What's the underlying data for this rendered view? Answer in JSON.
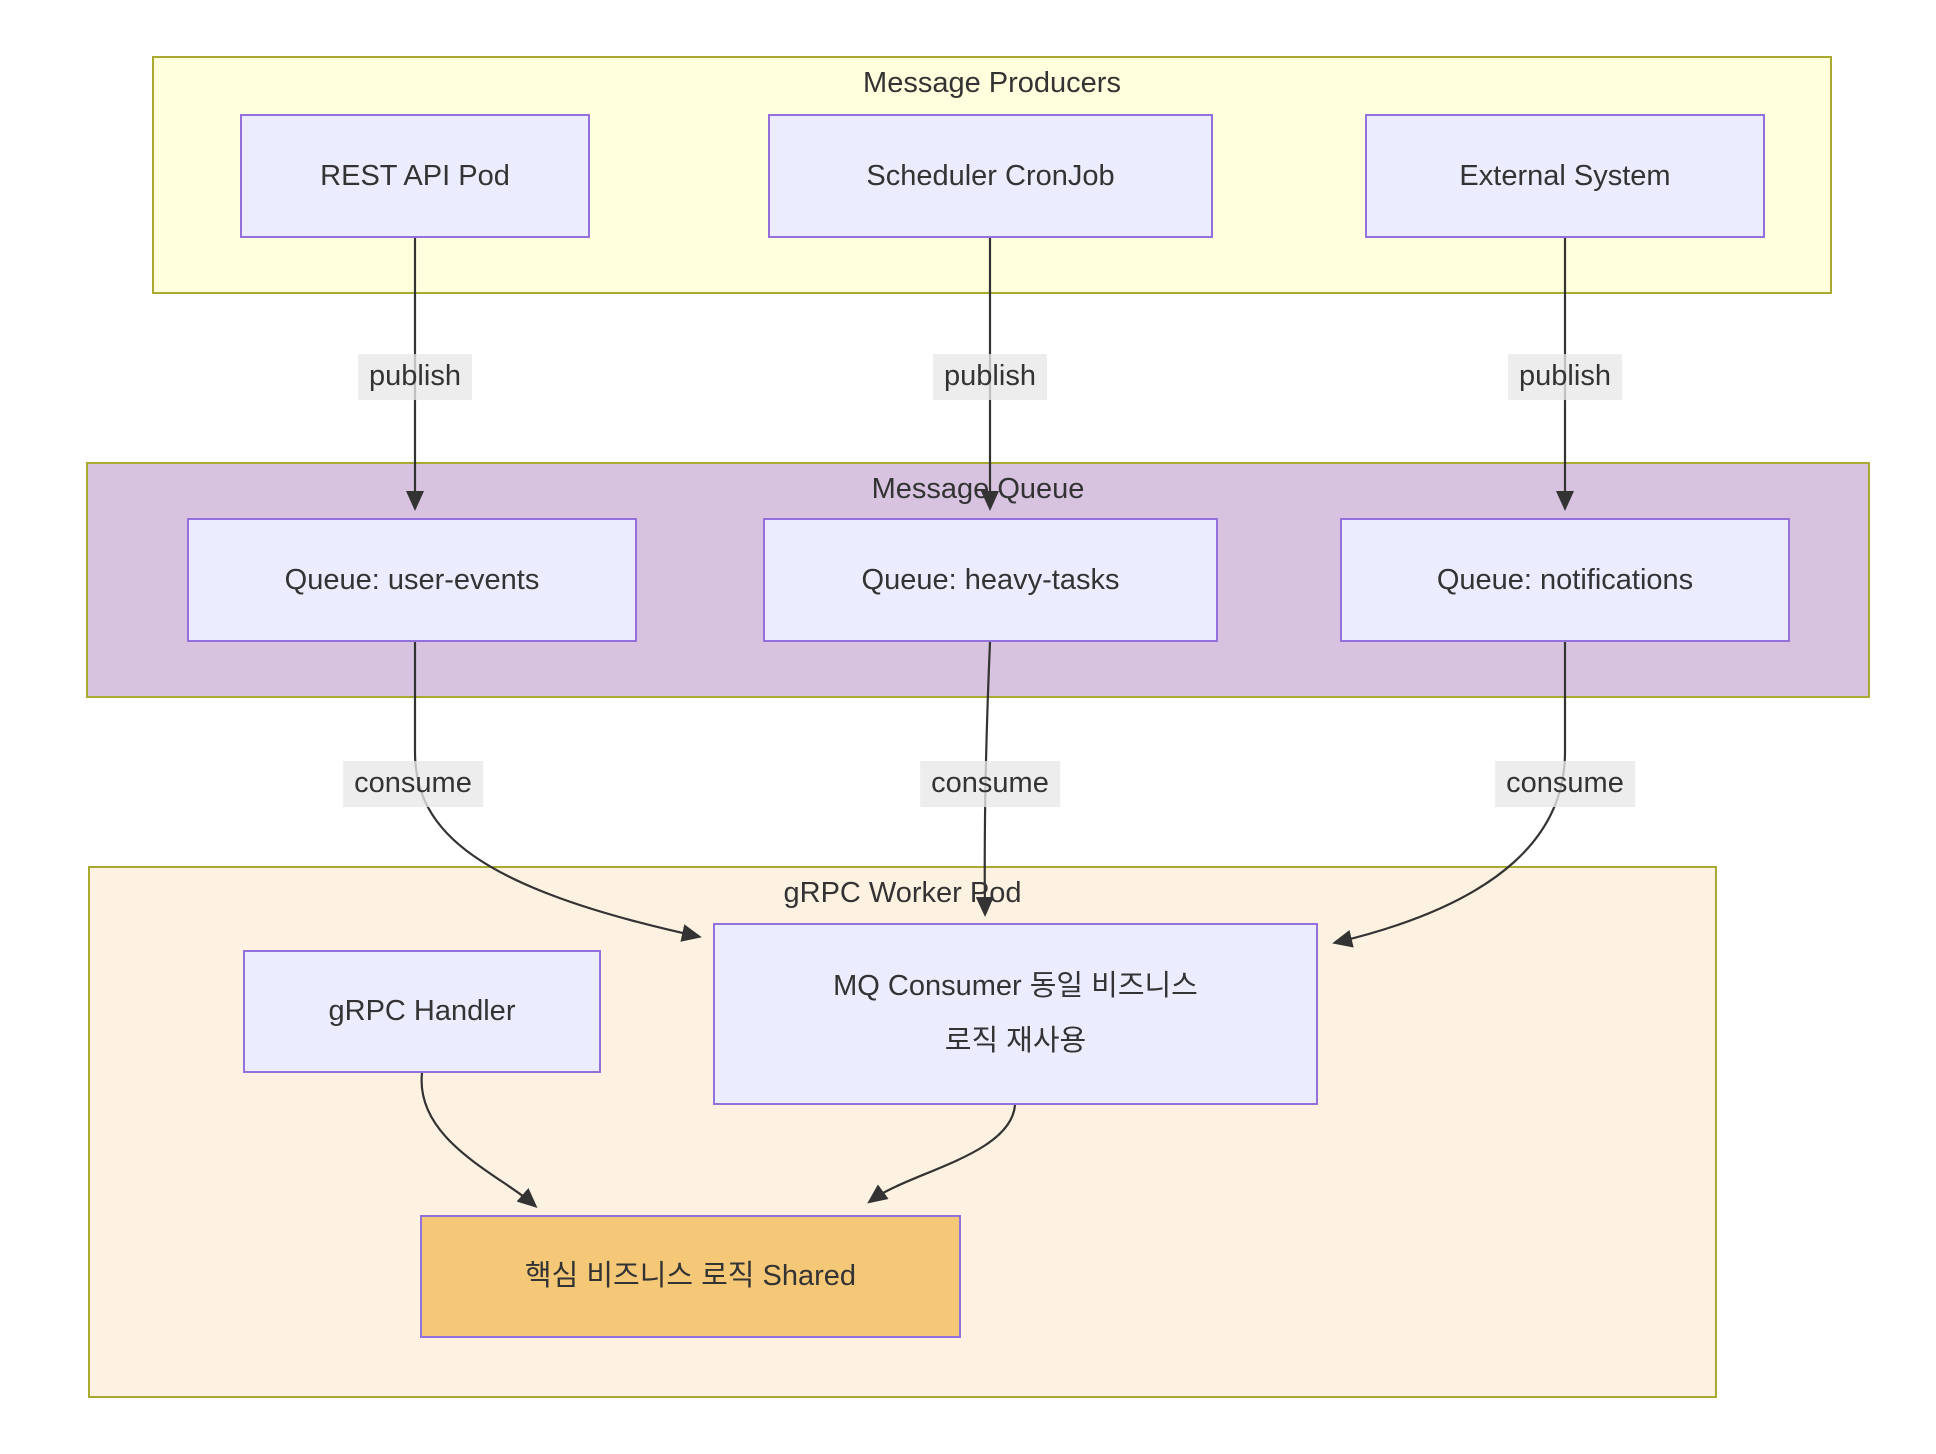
{
  "diagram": {
    "type": "flowchart-top-down",
    "containers": [
      {
        "id": "producers",
        "title": "Message Producers"
      },
      {
        "id": "queue",
        "title": "Message Queue"
      },
      {
        "id": "worker",
        "title": "gRPC Worker Pod"
      }
    ],
    "nodes": [
      {
        "id": "rest",
        "label": "REST API Pod",
        "container": "Message Producers"
      },
      {
        "id": "sched",
        "label": "Scheduler CronJob",
        "container": "Message Producers"
      },
      {
        "id": "ext",
        "label": "External System",
        "container": "Message Producers"
      },
      {
        "id": "q1",
        "label": "Queue: user-events",
        "container": "Message Queue"
      },
      {
        "id": "q2",
        "label": "Queue: heavy-tasks",
        "container": "Message Queue"
      },
      {
        "id": "q3",
        "label": "Queue: notifications",
        "container": "Message Queue"
      },
      {
        "id": "handler",
        "label": "gRPC Handler",
        "container": "gRPC Worker Pod"
      },
      {
        "id": "consumer",
        "lines": [
          "MQ Consumer 동일 비즈니스",
          "로직 재사용"
        ],
        "container": "gRPC Worker Pod"
      },
      {
        "id": "shared",
        "label": "핵심 비즈니스 로직 Shared",
        "container": "gRPC Worker Pod"
      }
    ],
    "edges": [
      {
        "from": "REST API Pod",
        "to": "Queue: user-events",
        "label": "publish"
      },
      {
        "from": "Scheduler CronJob",
        "to": "Queue: heavy-tasks",
        "label": "publish"
      },
      {
        "from": "External System",
        "to": "Queue: notifications",
        "label": "publish"
      },
      {
        "from": "Queue: user-events",
        "to": "MQ Consumer 동일 비즈니스 로직 재사용",
        "label": "consume"
      },
      {
        "from": "Queue: heavy-tasks",
        "to": "MQ Consumer 동일 비즈니스 로직 재사용",
        "label": "consume"
      },
      {
        "from": "Queue: notifications",
        "to": "MQ Consumer 동일 비즈니스 로직 재사용",
        "label": "consume"
      },
      {
        "from": "gRPC Handler",
        "to": "핵심 비즈니스 로직 Shared",
        "label": ""
      },
      {
        "from": "MQ Consumer 동일 비즈니스 로직 재사용",
        "to": "핵심 비즈니스 로직 Shared",
        "label": ""
      }
    ],
    "colors": {
      "producers_bg": "#ffffde",
      "queue_bg": "#d7c2e0",
      "worker_bg": "#fdf2e2",
      "container_border": "#aaaa33",
      "node_bg": "#ececff",
      "node_border": "#9370db",
      "shared_bg": "#f5c878",
      "edge": "#333333",
      "edge_label_bg": "#e8e8e8",
      "text": "#333333"
    }
  }
}
